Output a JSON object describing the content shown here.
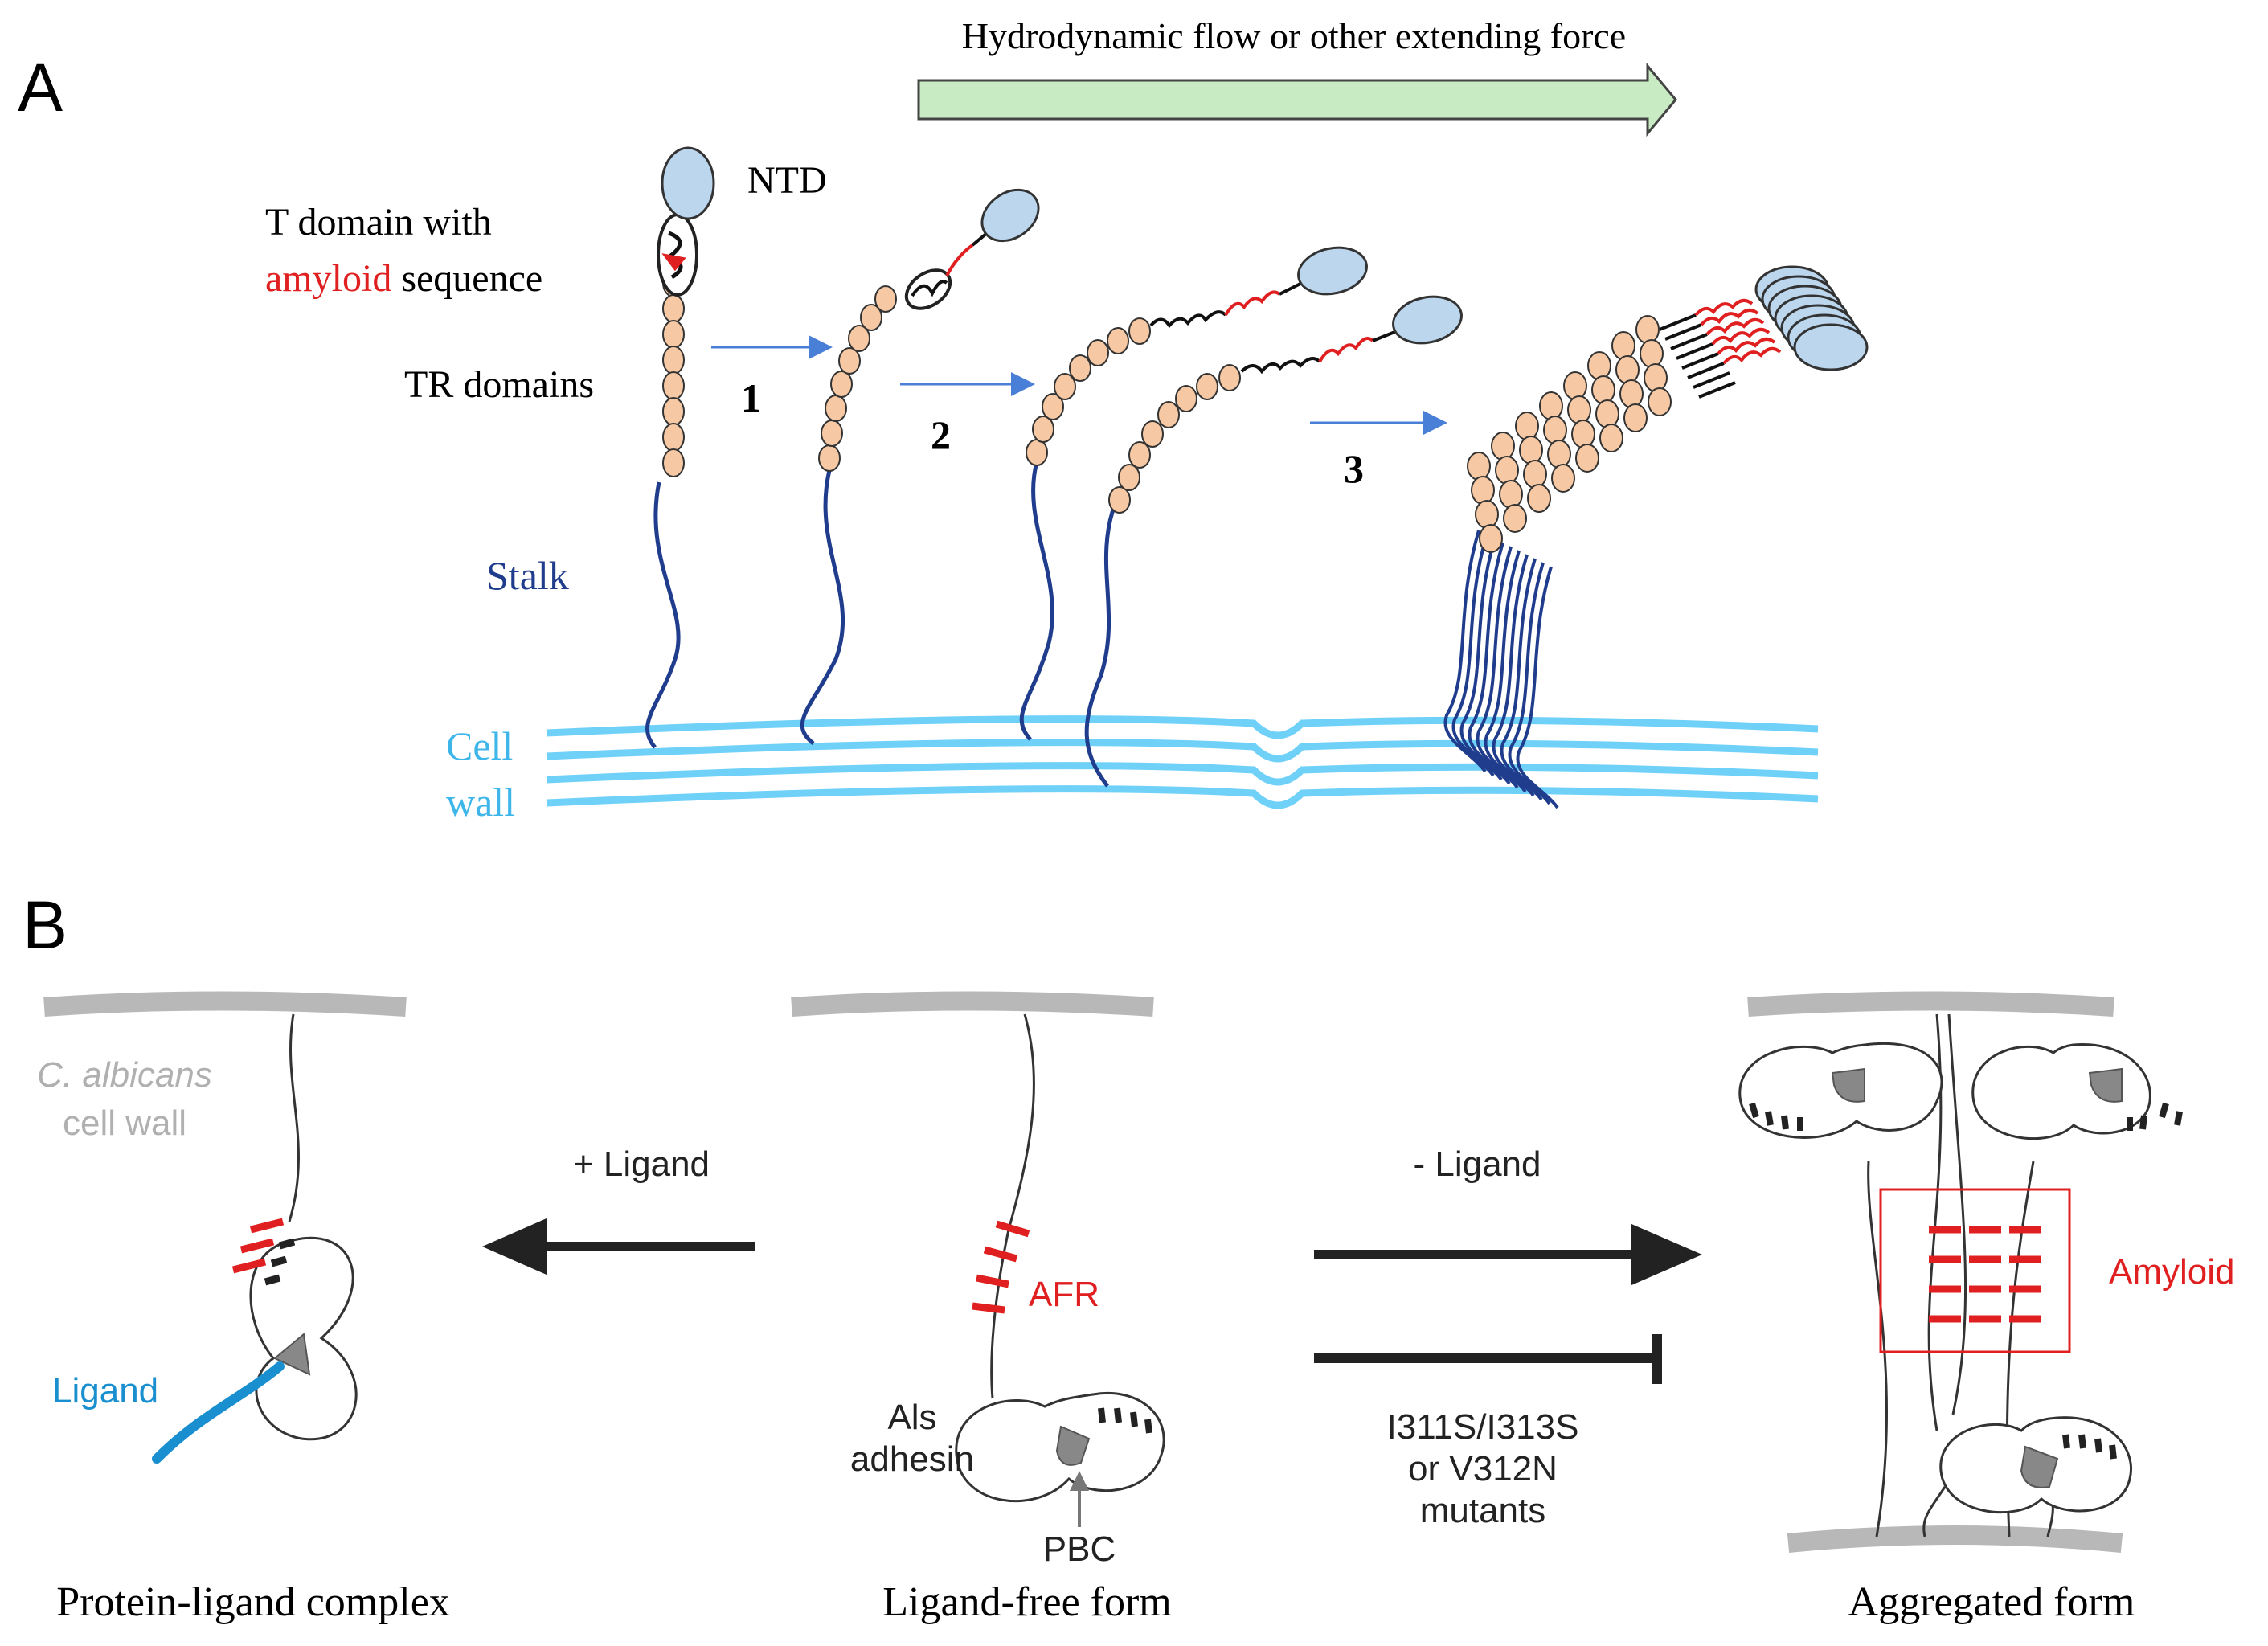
{
  "panel_a": {
    "letter": "A",
    "force_label": "Hydrodynamic flow or other extending force",
    "ntd_label": "NTD",
    "t_domain_line1": "T domain with",
    "amyloid_word": "amyloid",
    "sequence_word": " sequence",
    "tr_label": "TR domains",
    "stalk_label": "Stalk",
    "cell_label": "Cell",
    "wall_label": "wall",
    "steps": [
      "1",
      "2",
      "3"
    ]
  },
  "panel_b": {
    "letter": "B",
    "cell_wall_species": "C. albicans",
    "cell_wall_label": "cell wall",
    "plus_ligand": "+ Ligand",
    "minus_ligand": "- Ligand",
    "afr_label": "AFR",
    "ligand_label": "Ligand",
    "als_line1": "Als",
    "als_line2": "adhesin",
    "pbc_label": "PBC",
    "mutants_line1": "I311S/I313S",
    "mutants_line2": "or V312N",
    "mutants_line3": "mutants",
    "amyloid_label": "Amyloid",
    "caption_left": "Protein-ligand complex",
    "caption_center": "Ligand-free form",
    "caption_right": "Aggregated form"
  },
  "colors": {
    "bead_fill": "#f6c9a4",
    "ntd_fill": "#bcd6ee",
    "amyloid_red": "#e02020",
    "stalk_blue": "#1f3d8c",
    "cell_wall_blue": "#6fd0f8",
    "arrow_green": "#c9ebc3",
    "ligand_blue": "#1a8fd0",
    "gray": "#b8b8b8"
  }
}
